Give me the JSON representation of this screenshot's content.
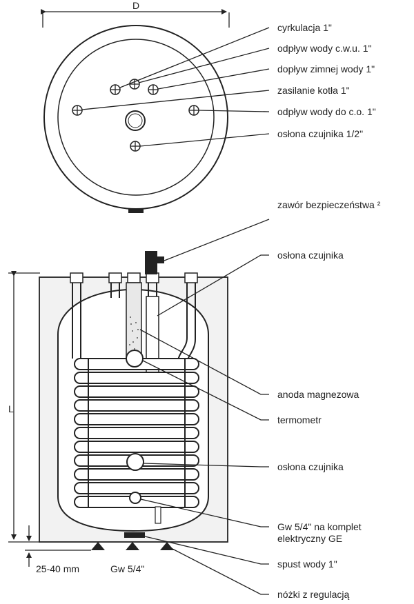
{
  "dimensions": {
    "diameter": "D",
    "length": "L",
    "feet_gap": "25-40 mm",
    "bottom_inlet": "Gw 5/4\""
  },
  "top_labels": [
    "cyrkulacja 1\"",
    "odpływ wody c.w.u. 1\"",
    "dopływ zimnej wody 1\"",
    "zasilanie kotła 1\"",
    "odpływ wody do c.o. 1\"",
    "osłona czujnika 1/2\""
  ],
  "side_labels": [
    "zawór bezpieczeństwa ²",
    "osłona czujnika",
    "anoda magnezowa",
    "termometr",
    "osłona czujnika",
    "Gw 5/4\" na komplet",
    "elektryczny GE",
    "spust wody 1\"",
    "nóżki z regulacją"
  ]
}
